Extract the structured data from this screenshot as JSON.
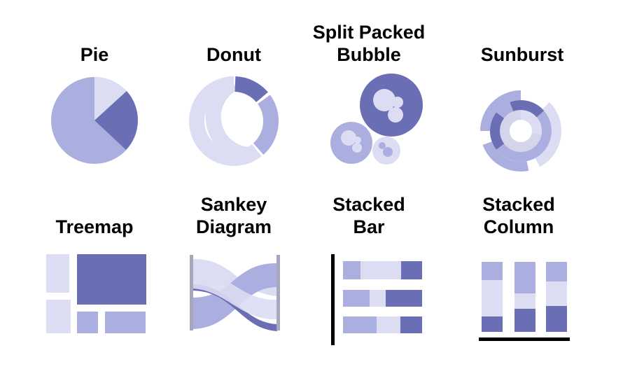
{
  "colors": {
    "dark": "#6a6fb5",
    "mid": "#abafdf",
    "light": "#dcddf2",
    "gray": "#a7a8bd",
    "axis": "#000000"
  },
  "charts": [
    {
      "title_line1": "Pie",
      "title_line2": ""
    },
    {
      "title_line1": "Donut",
      "title_line2": ""
    },
    {
      "title_line1": "Split Packed",
      "title_line2": "Bubble"
    },
    {
      "title_line1": "Sunburst",
      "title_line2": ""
    },
    {
      "title_line1": "Treemap",
      "title_line2": ""
    },
    {
      "title_line1": "Sankey",
      "title_line2": "Diagram"
    },
    {
      "title_line1": "Stacked",
      "title_line2": "Bar"
    },
    {
      "title_line1": "Stacked",
      "title_line2": "Column"
    }
  ]
}
